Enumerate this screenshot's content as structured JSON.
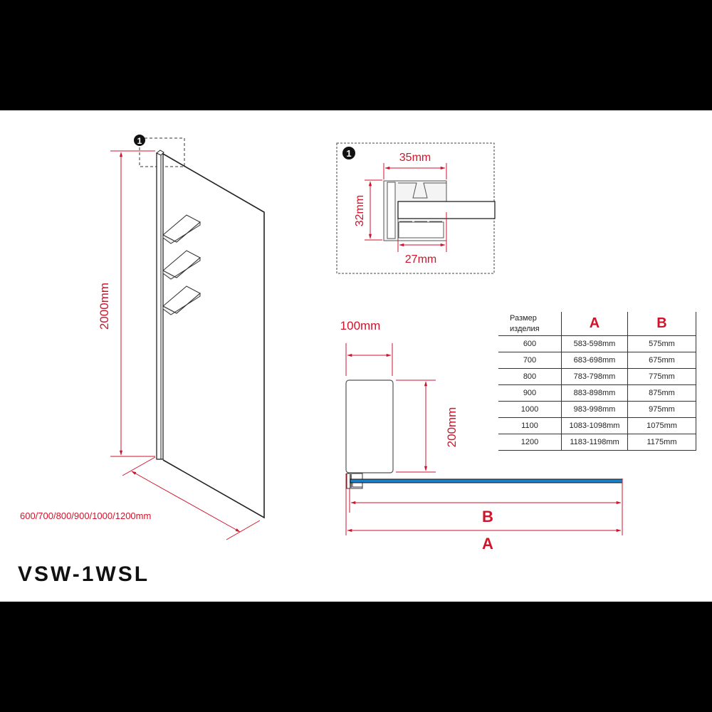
{
  "model": "VSW-1WSL",
  "left_view": {
    "height_label": "2000mm",
    "width_label": "600/700/800/900/1000/1200mm",
    "callout_number": "1",
    "shelves_count": 3
  },
  "detail_1": {
    "callout_number": "1",
    "top_width": "35mm",
    "height": "32mm",
    "bottom_width": "27mm"
  },
  "plan_view": {
    "shelf_depth": "100mm",
    "shelf_length": "200mm",
    "dim_b": "B",
    "dim_a": "A",
    "glass_color": "#1f7fc4"
  },
  "size_table": {
    "headers": [
      "Размер изделия",
      "A",
      "B"
    ],
    "rows": [
      {
        "size": "600",
        "a": "583-598mm",
        "b": "575mm"
      },
      {
        "size": "700",
        "a": "683-698mm",
        "b": "675mm"
      },
      {
        "size": "800",
        "a": "783-798mm",
        "b": "775mm"
      },
      {
        "size": "900",
        "a": "883-898mm",
        "b": "875mm"
      },
      {
        "size": "1000",
        "a": "983-998mm",
        "b": "975mm"
      },
      {
        "size": "1100",
        "a": "1083-1098mm",
        "b": "1075mm"
      },
      {
        "size": "1200",
        "a": "1183-1198mm",
        "b": "1175mm"
      }
    ]
  },
  "colors": {
    "dimension": "#d0142c",
    "line": "#222222",
    "background": "#000000"
  }
}
